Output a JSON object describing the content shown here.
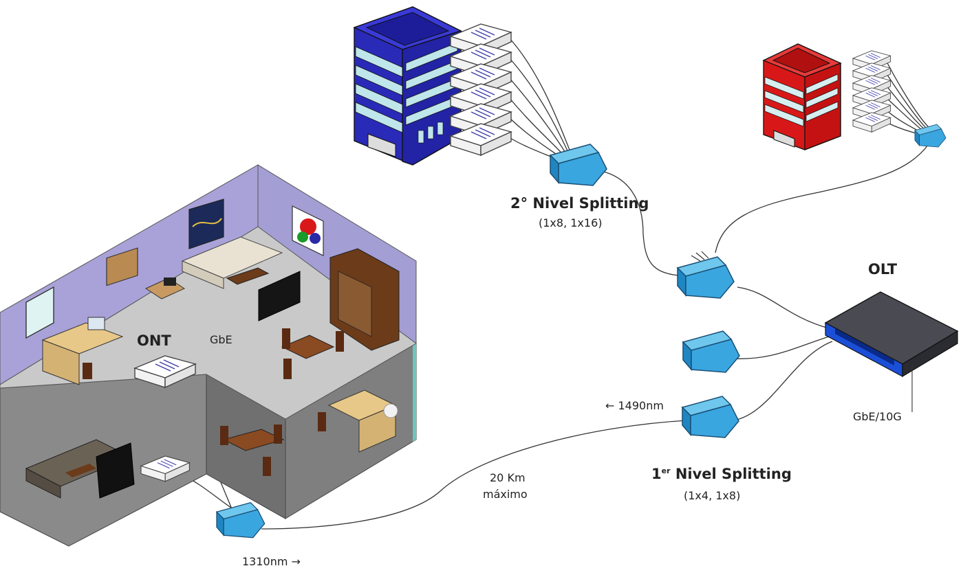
{
  "labels": {
    "ont": "ONT",
    "gbe": "GbE",
    "olt": "OLT",
    "olt_port": "GbE/10G",
    "level2_title": "2° Nivel Splitting",
    "level2_ratios": "(1x8, 1x16)",
    "level1_prefix": "1",
    "level1_sup": "er",
    "level1_title": " Nivel Splitting",
    "level1_ratios": "(1x4, 1x8)",
    "downstream": "← 1490nm",
    "upstream": "1310nm →",
    "distance_line1": "20 Km",
    "distance_line2": "máximo"
  },
  "colors": {
    "splitter": "#2f9fd8",
    "building_blue": "#2a2ab8",
    "building_red": "#d81818",
    "olt_accent": "#1c4fd8",
    "room_wall": "#a9a2d8",
    "room_floor": "#c9c9c9",
    "room_wall_teal": "#6cc6c0"
  }
}
